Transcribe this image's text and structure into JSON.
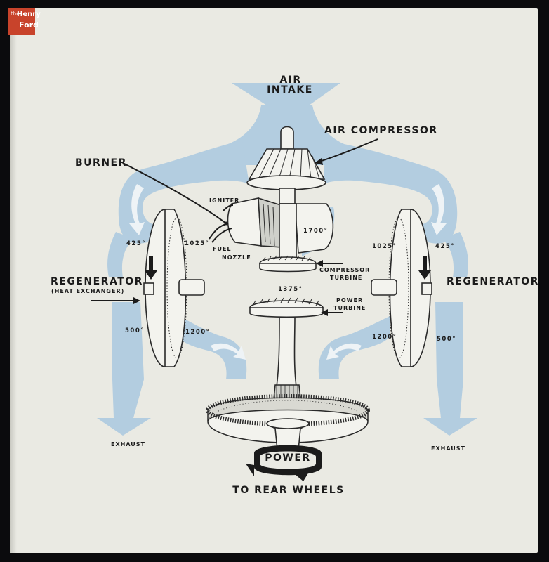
{
  "logo": {
    "line1": "the",
    "line2": "Henry",
    "line3": "Ford"
  },
  "labels": {
    "air_intake_1": "AIR",
    "air_intake_2": "INTAKE",
    "air_compressor": "AIR COMPRESSOR",
    "burner": "BURNER",
    "igniter": "IGNITER",
    "fuel_nozzle_1": "FUEL",
    "fuel_nozzle_2": "NOZZLE",
    "temp_1700": "1700°",
    "temp_1025_left": "1025°",
    "temp_1025_right": "1025°",
    "temp_425_left": "425°",
    "temp_425_right": "425°",
    "regenerator_left": "REGENERATOR",
    "heat_exchanger": "(HEAT EXCHANGER)",
    "regenerator_right": "REGENERATOR",
    "compressor_turbine_1": "COMPRESSOR",
    "compressor_turbine_2": "TURBINE",
    "temp_1375": "1375°",
    "power_turbine_1": "POWER",
    "power_turbine_2": "TURBINE",
    "temp_500_left": "500°",
    "temp_500_right": "500°",
    "temp_1200_left": "1200°",
    "temp_1200_right": "1200°",
    "exhaust_left": "EXHAUST",
    "exhaust_right": "EXHAUST",
    "power": "POWER",
    "to_rear_wheels": "TO REAR WHEELS"
  },
  "colors": {
    "page": "#eaeae3",
    "airflow": "#b3cde0",
    "ink": "#1b1b1b",
    "logo": "#c8432b"
  }
}
